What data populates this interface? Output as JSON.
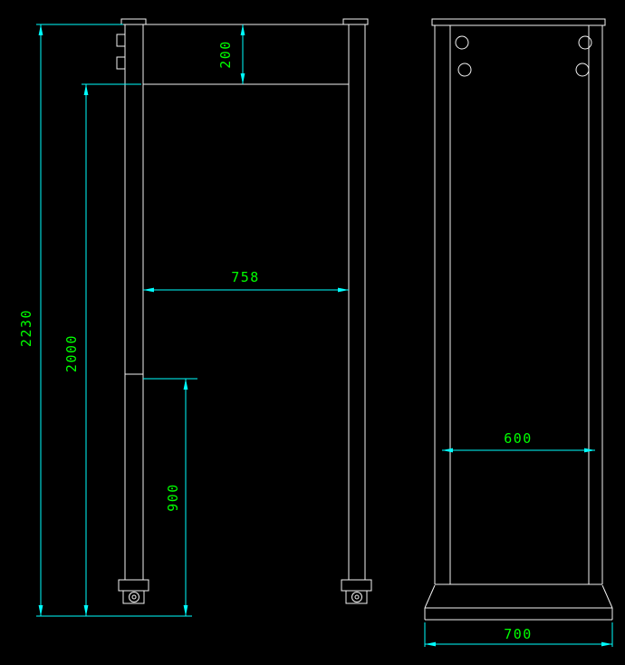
{
  "drawing": {
    "type": "cad-technical-drawing",
    "subject": "walk-through-gate-two-view-drawing",
    "colors": {
      "background": "#000000",
      "outline": "#f2f2f2",
      "dimension_lines": "#00ffff",
      "dimension_text": "#00ff00"
    },
    "front_view": {
      "total_height_label": "2230",
      "inner_height_label": "2000",
      "head_height_label": "200",
      "inner_width_label": "758",
      "lower_section_label": "900"
    },
    "side_view": {
      "inner_width_label": "600",
      "base_width_label": "700"
    }
  }
}
